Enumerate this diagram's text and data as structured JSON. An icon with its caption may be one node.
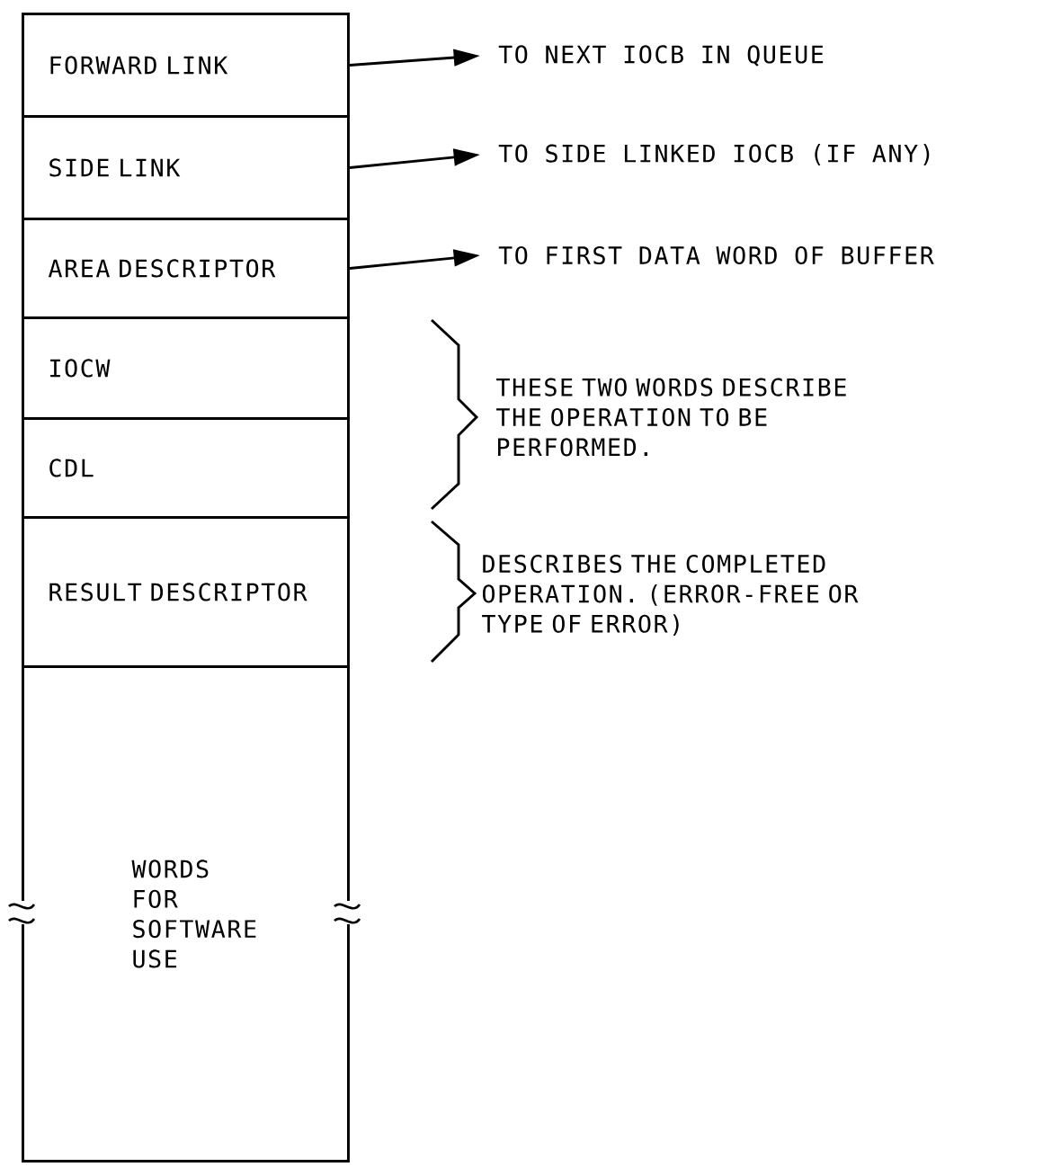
{
  "diagram": {
    "nodes": [
      {
        "text": [
          "FORWARD LINK"
        ]
      },
      {
        "text": [
          "SIDE LINK"
        ]
      },
      {
        "text": [
          "AREA DESCRIPTOR"
        ]
      },
      {
        "text": [
          "IOCW"
        ]
      },
      {
        "text": [
          "CDL"
        ]
      },
      {
        "text": [
          "RESULT DESCRIPTOR"
        ]
      },
      {
        "text": [
          "WORDS FOR SOFTWARE USE"
        ]
      },
      {
        "text": [
          "TO NEXT IOCB IN QUEUE"
        ]
      },
      {
        "text": [
          "TO SIDE LINKED IOCB (IF ANY)"
        ]
      },
      {
        "text": [
          "TO FIRST DATA WORD OF BUFFER"
        ]
      }
    ],
    "edges": [
      {
        "from": 0,
        "to": 7,
        "arrow": "to"
      },
      {
        "from": 1,
        "to": 8,
        "arrow": "to"
      },
      {
        "from": 2,
        "to": 9,
        "arrow": "to"
      }
    ],
    "labels": [
      "THESE TWO WORDS DESCRIBE THE OPERATION TO BE PERFORMED.",
      "DESCRIBES THE COMPLETED OPERATION. (ERROR-FREE OR TYPE OF ERROR)"
    ]
  }
}
